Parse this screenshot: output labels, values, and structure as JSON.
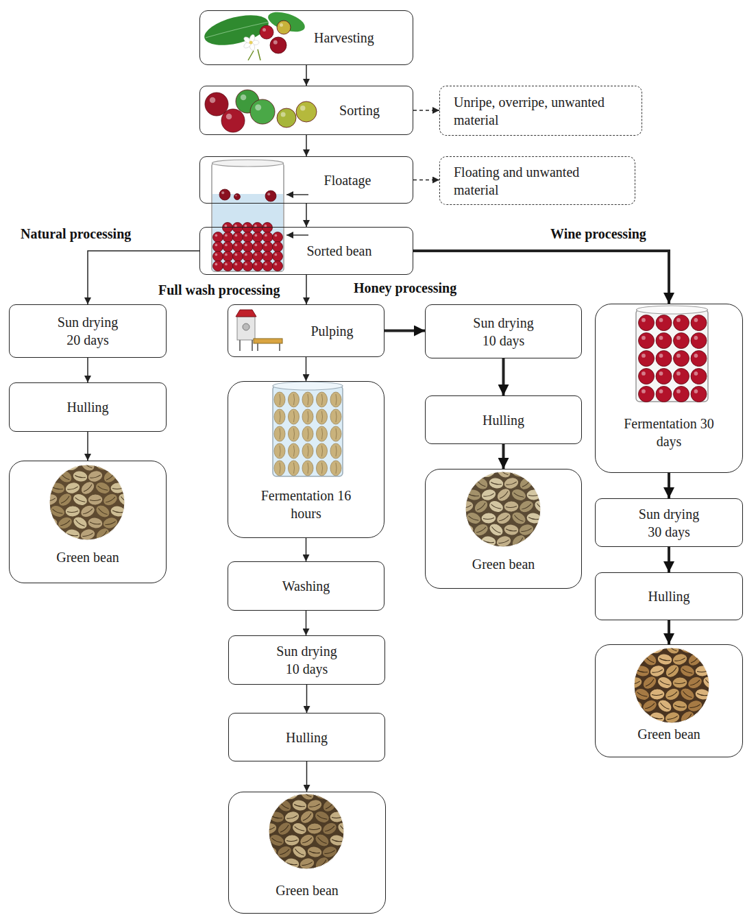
{
  "diagram": {
    "nodes": [
      {
        "text": [
          "Harvesting"
        ]
      },
      {
        "text": [
          "Sorting"
        ]
      },
      {
        "text": [
          "Unripe, overripe, unwanted material"
        ]
      },
      {
        "text": [
          "Floatage"
        ]
      },
      {
        "text": [
          "Floating and unwanted material"
        ]
      },
      {
        "text": [
          "Sorted bean"
        ]
      },
      {
        "text": [
          "Sun drying 20 days"
        ]
      },
      {
        "text": [
          "Hulling"
        ]
      },
      {
        "text": [
          "Green bean"
        ]
      },
      {
        "text": [
          "Pulping"
        ]
      },
      {
        "text": [
          "Fermentation 16 hours"
        ]
      },
      {
        "text": [
          "Washing"
        ]
      },
      {
        "text": [
          "Sun drying 10 days"
        ]
      },
      {
        "text": [
          "Hulling"
        ]
      },
      {
        "text": [
          "Green bean"
        ]
      },
      {
        "text": [
          "Sun drying 10 days"
        ]
      },
      {
        "text": [
          "Hulling"
        ]
      },
      {
        "text": [
          "Green bean"
        ]
      },
      {
        "text": [
          "Fermentation 30 days"
        ]
      },
      {
        "text": [
          "Sun drying 30 days"
        ]
      },
      {
        "text": [
          "Hulling"
        ]
      },
      {
        "text": [
          "Green bean"
        ]
      }
    ],
    "edges": [
      {
        "from": 0,
        "to": 1,
        "arrow": "to"
      },
      {
        "from": 1,
        "to": 2,
        "arrow": "to"
      },
      {
        "from": 1,
        "to": 3,
        "arrow": "to"
      },
      {
        "from": 3,
        "to": 4,
        "arrow": "to"
      },
      {
        "from": 3,
        "to": 5,
        "arrow": "to"
      },
      {
        "from": 5,
        "to": 6,
        "arrow": "to"
      },
      {
        "from": 5,
        "to": 9,
        "arrow": "to"
      },
      {
        "from": 5,
        "to": 18,
        "arrow": "to"
      },
      {
        "from": 6,
        "to": 7,
        "arrow": "to"
      },
      {
        "from": 7,
        "to": 8,
        "arrow": "to"
      },
      {
        "from": 9,
        "to": 15,
        "arrow": "to"
      },
      {
        "from": 9,
        "to": 10,
        "arrow": "to"
      },
      {
        "from": 10,
        "to": 11,
        "arrow": "to"
      },
      {
        "from": 11,
        "to": 12,
        "arrow": "to"
      },
      {
        "from": 12,
        "to": 13,
        "arrow": "to"
      },
      {
        "from": 13,
        "to": 14,
        "arrow": "to"
      },
      {
        "from": 15,
        "to": 16,
        "arrow": "to"
      },
      {
        "from": 16,
        "to": 17,
        "arrow": "to"
      },
      {
        "from": 18,
        "to": 19,
        "arrow": "to"
      },
      {
        "from": 19,
        "to": 20,
        "arrow": "to"
      },
      {
        "from": 20,
        "to": 21,
        "arrow": "to"
      }
    ],
    "labels": [
      "Natural processing",
      "Full wash processing",
      "Honey processing",
      "Wine processing"
    ]
  }
}
